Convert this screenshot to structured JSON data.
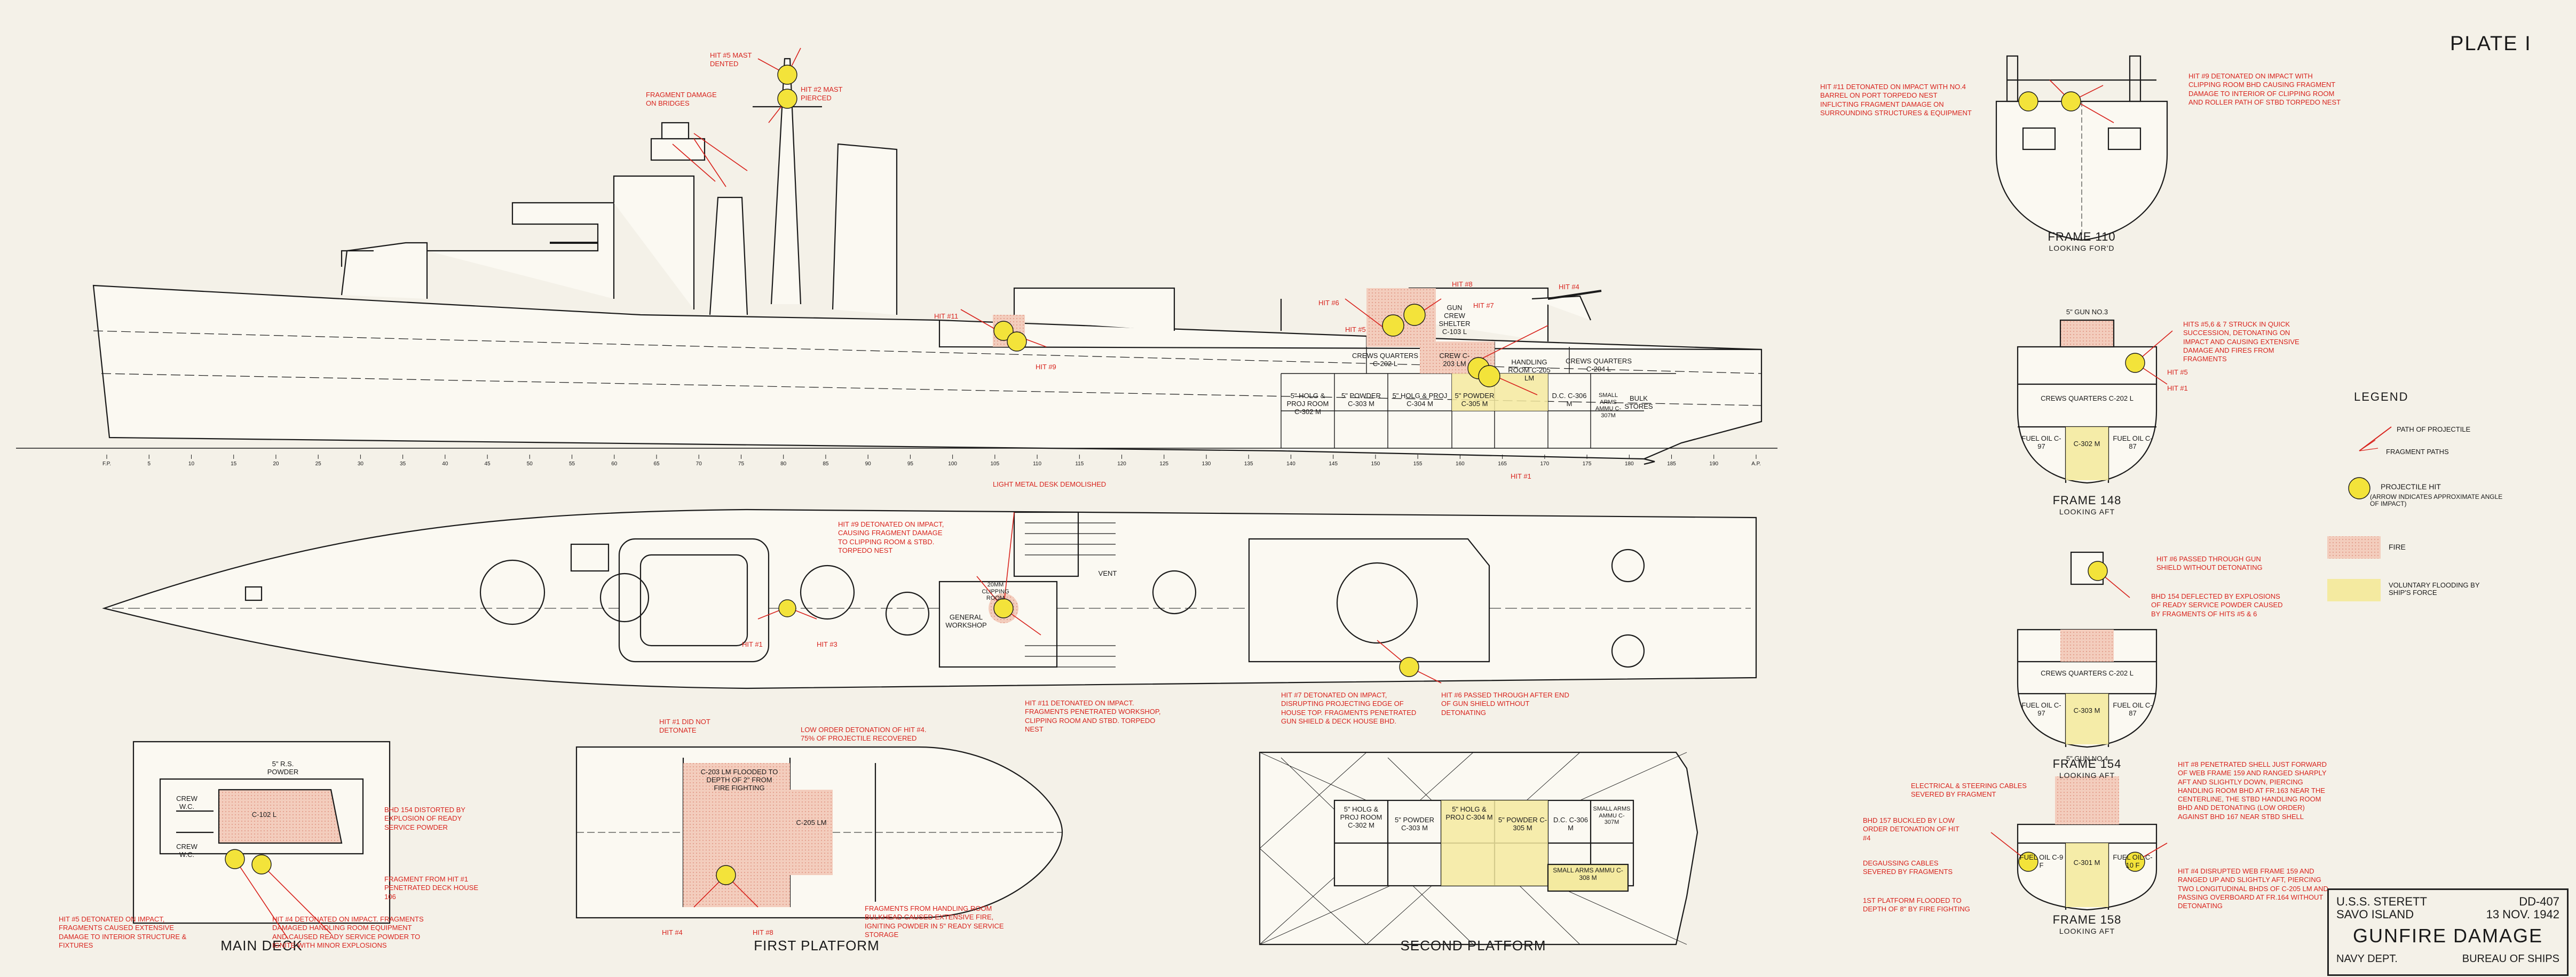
{
  "plate": "PLATE I",
  "title_block": {
    "ship": "U.S.S. STERETT",
    "place": "SAVO ISLAND",
    "number": "DD-407",
    "date": "13 NOV. 1942",
    "title": "GUNFIRE DAMAGE",
    "dept": "NAVY DEPT.",
    "bureau": "BUREAU OF SHIPS"
  },
  "views": {
    "main_deck": "MAIN DECK",
    "first_platform": "FIRST PLATFORM",
    "second_platform": "SECOND PLATFORM",
    "frame110": "FRAME 110",
    "frame110_sub": "LOOKING FOR'D",
    "frame148": "FRAME 148",
    "frame148_sub": "LOOKING AFT",
    "frame154": "FRAME 154",
    "frame154_sub": "LOOKING AFT",
    "frame158": "FRAME 158",
    "frame158_sub": "LOOKING AFT"
  },
  "legend": {
    "title": "LEGEND",
    "path": "PATH OF PROJECTILE",
    "fragments": "FRAGMENT PATHS",
    "hit": "PROJECTILE HIT",
    "hit_note": "(ARROW INDICATES APPROXIMATE ANGLE OF IMPACT)",
    "fire": "FIRE",
    "flooding": "VOLUNTARY FLOODING BY SHIP'S FORCE",
    "colors": {
      "fire": "#f1c6b4",
      "flooding": "#f4eaa0",
      "red": "#d8231d",
      "hit": "#f3e33a"
    }
  },
  "compartments": {
    "crews_c202l": "CREWS QUARTERS C-202 L",
    "crews_c204l": "CREWS QUARTERS C-204 L",
    "handling": "HANDLING ROOM C-205 LM",
    "gun_crew": "GUN CREW SHELTER C-103 L",
    "c102lm": "C-102 L",
    "crew_c203lm": "CREW C-203 LM",
    "hold1": "5\" HOLG & PROJ ROOM C-302 M",
    "powder1": "5\" POWDER C-303 M",
    "hold2": "5\" HOLG & PROJ C-304 M",
    "powder2": "5\" POWDER C-305 M",
    "dc": "D.C. C-306 M",
    "small_arms": "SMALL ARMS AMMU C-307M",
    "bulk": "BULK STORES",
    "workshop": "GENERAL WORKSHOP",
    "clipping": "20MM CLIPPING ROOM",
    "vent": "VENT",
    "crew_wc1": "CREW W.C.",
    "crew_wc2": "CREW W.C.",
    "rs_powder": "5\" R.S. POWDER",
    "fp_c203": "C-203 LM FLOODED TO DEPTH OF 2\" FROM FIRE FIGHTING",
    "fp_c205": "C-205 LM",
    "sp_hold1": "5\" HOLG & PROJ ROOM C-302 M",
    "sp_powder1": "5\" POWDER C-303 M",
    "sp_hold2": "5\" HOLG & PROJ C-304 M",
    "sp_powder2": "5\" POWDER C-305 M",
    "sp_dc": "D.C. C-306 M",
    "sp_small": "SMALL ARMS AMMU C-307M",
    "sp_small2": "SMALL ARMS AMMU C-308 M",
    "f148_crews": "CREWS QUARTERS C-202 L",
    "f148_fo1": "FUEL OIL C-97",
    "f148_mid": "C-302 M",
    "f148_fo2": "FUEL OIL C-87",
    "f148_gun": "5\" GUN NO.3",
    "f154_crews": "CREWS QUARTERS C-202 L",
    "f154_fo1": "FUEL OIL C-97",
    "f154_mid": "C-303 M",
    "f154_fo2": "FUEL OIL C-87",
    "f158_gun": "5\" GUN NO.4",
    "f158_fo1": "FUEL OIL C-9 F",
    "f158_mid": "C-301 M",
    "f158_fo2": "FUEL OIL C-10 F"
  },
  "annotations": {
    "mast_dented": "HIT #5 MAST DENTED",
    "mast_pierced": "HIT #2 MAST PIERCED",
    "bridges": "FRAGMENT DAMAGE ON BRIDGES",
    "hit1": "HIT #1",
    "hit3": "HIT #3",
    "hit4": "HIT #4",
    "hit5": "HIT #5",
    "hit6": "HIT #6",
    "hit7": "HIT #7",
    "hit8": "HIT #8",
    "hit9": "HIT #9",
    "hit11": "HIT #11",
    "light_metal": "LIGHT METAL DESK DEMOLISHED",
    "hit9_detonated": "HIT #9 DETONATED ON IMPACT, CAUSING FRAGMENT DAMAGE TO CLIPPING ROOM & STBD. TORPEDO NEST",
    "hit11_detonated": "HIT #11 DETONATED ON IMPACT. FRAGMENTS PENETRATED WORKSHOP, CLIPPING ROOM AND STBD. TORPEDO NEST",
    "hit7_detonated": "HIT #7 DETONATED ON IMPACT, DISRUPTING PROJECTING EDGE OF HOUSE TOP. FRAGMENTS PENETRATED GUN SHIELD & DECK HOUSE BHD.",
    "hit6_passed": "HIT #6 PASSED THROUGH AFTER END OF GUN SHIELD WITHOUT DETONATING",
    "hit1_not": "HIT #1 DID NOT DETONATE",
    "low_order": "LOW ORDER DETONATION OF HIT #4. 75% OF PROJECTILE RECOVERED",
    "bhd154": "BHD 154 DISTORTED BY EXPLOSION OF READY SERVICE POWDER",
    "fragment_hit1": "FRAGMENT FROM HIT #1 PENETRATED DECK HOUSE 106",
    "hit5_detonated": "HIT #5 DETONATED ON IMPACT, FRAGMENTS CAUSED EXTENSIVE DAMAGE TO INTERIOR STRUCTURE & FIXTURES",
    "hit4_detonated": "HIT #4 DETONATED ON IMPACT. FRAGMENTS DAMAGED HANDLING ROOM EQUIPMENT AND CAUSED READY SERVICE POWDER TO IGNITE WITH MINOR EXPLOSIONS",
    "fragments_handling": "FRAGMENTS FROM HANDLING ROOM BULKHEAD CAUSED EXTENSIVE FIRE, IGNITING POWDER IN 5\" READY SERVICE STORAGE",
    "f110_hit11": "HIT #11 DETONATED ON IMPACT WITH NO.4 BARREL ON PORT TORPEDO NEST INFLICTING FRAGMENT DAMAGE ON SURROUNDING STRUCTURES & EQUIPMENT",
    "f110_hit9": "HIT #9 DETONATED ON IMPACT WITH CLIPPING ROOM BHD CAUSING FRAGMENT DAMAGE TO INTERIOR OF CLIPPING ROOM AND ROLLER PATH OF STBD TORPEDO NEST",
    "f148_hits": "HITS #5,6 & 7 STRUCK IN QUICK SUCCESSION, DETONATING ON IMPACT AND CAUSING EXTENSIVE DAMAGE AND FIRES FROM FRAGMENTS",
    "f154_hit6": "HIT #6 PASSED THROUGH GUN SHIELD WITHOUT DETONATING",
    "f154_bhd": "BHD 154 DEFLECTED BY EXPLOSIONS OF READY SERVICE POWDER CAUSED BY FRAGMENTS OF HITS #5 & 6",
    "f158_elec": "ELECTRICAL & STEERING CABLES SEVERED BY FRAGMENT",
    "f158_bhd": "BHD 157 BUCKLED BY LOW ORDER DETONATION OF HIT #4",
    "f158_degauss": "DEGAUSSING CABLES SEVERED BY FRAGMENTS",
    "f158_flooded": "1ST PLATFORM FLOODED TO DEPTH OF 8\" BY FIRE FIGHTING",
    "f158_hit8": "HIT #8 PENETRATED SHELL JUST FORWARD OF WEB FRAME 159 AND RANGED SHARPLY AFT AND SLIGHTLY DOWN, PIERCING HANDLING ROOM BHD AT FR.163 NEAR THE CENTERLINE, THE STBD HANDLING ROOM BHD AND DETONATING (LOW ORDER) AGAINST BHD 167 NEAR STBD SHELL",
    "f158_hit4": "HIT #4 DISRUPTED WEB FRAME 159 AND RANGED UP AND SLIGHTLY AFT, PIERCING TWO LONGITUDINAL BHDS OF C-205 LM AND PASSING OVERBOARD AT FR.164 WITHOUT DETONATING"
  },
  "frame_scale": [
    "F.P.",
    "5",
    "10",
    "15",
    "20",
    "25",
    "30",
    "35",
    "40",
    "45",
    "50",
    "55",
    "60",
    "65",
    "70",
    "75",
    "80",
    "85",
    "90",
    "95",
    "100",
    "105",
    "110",
    "115",
    "120",
    "125",
    "130",
    "135",
    "140",
    "145",
    "150",
    "155",
    "160",
    "165",
    "170",
    "175",
    "180",
    "185",
    "190",
    "A.P."
  ]
}
